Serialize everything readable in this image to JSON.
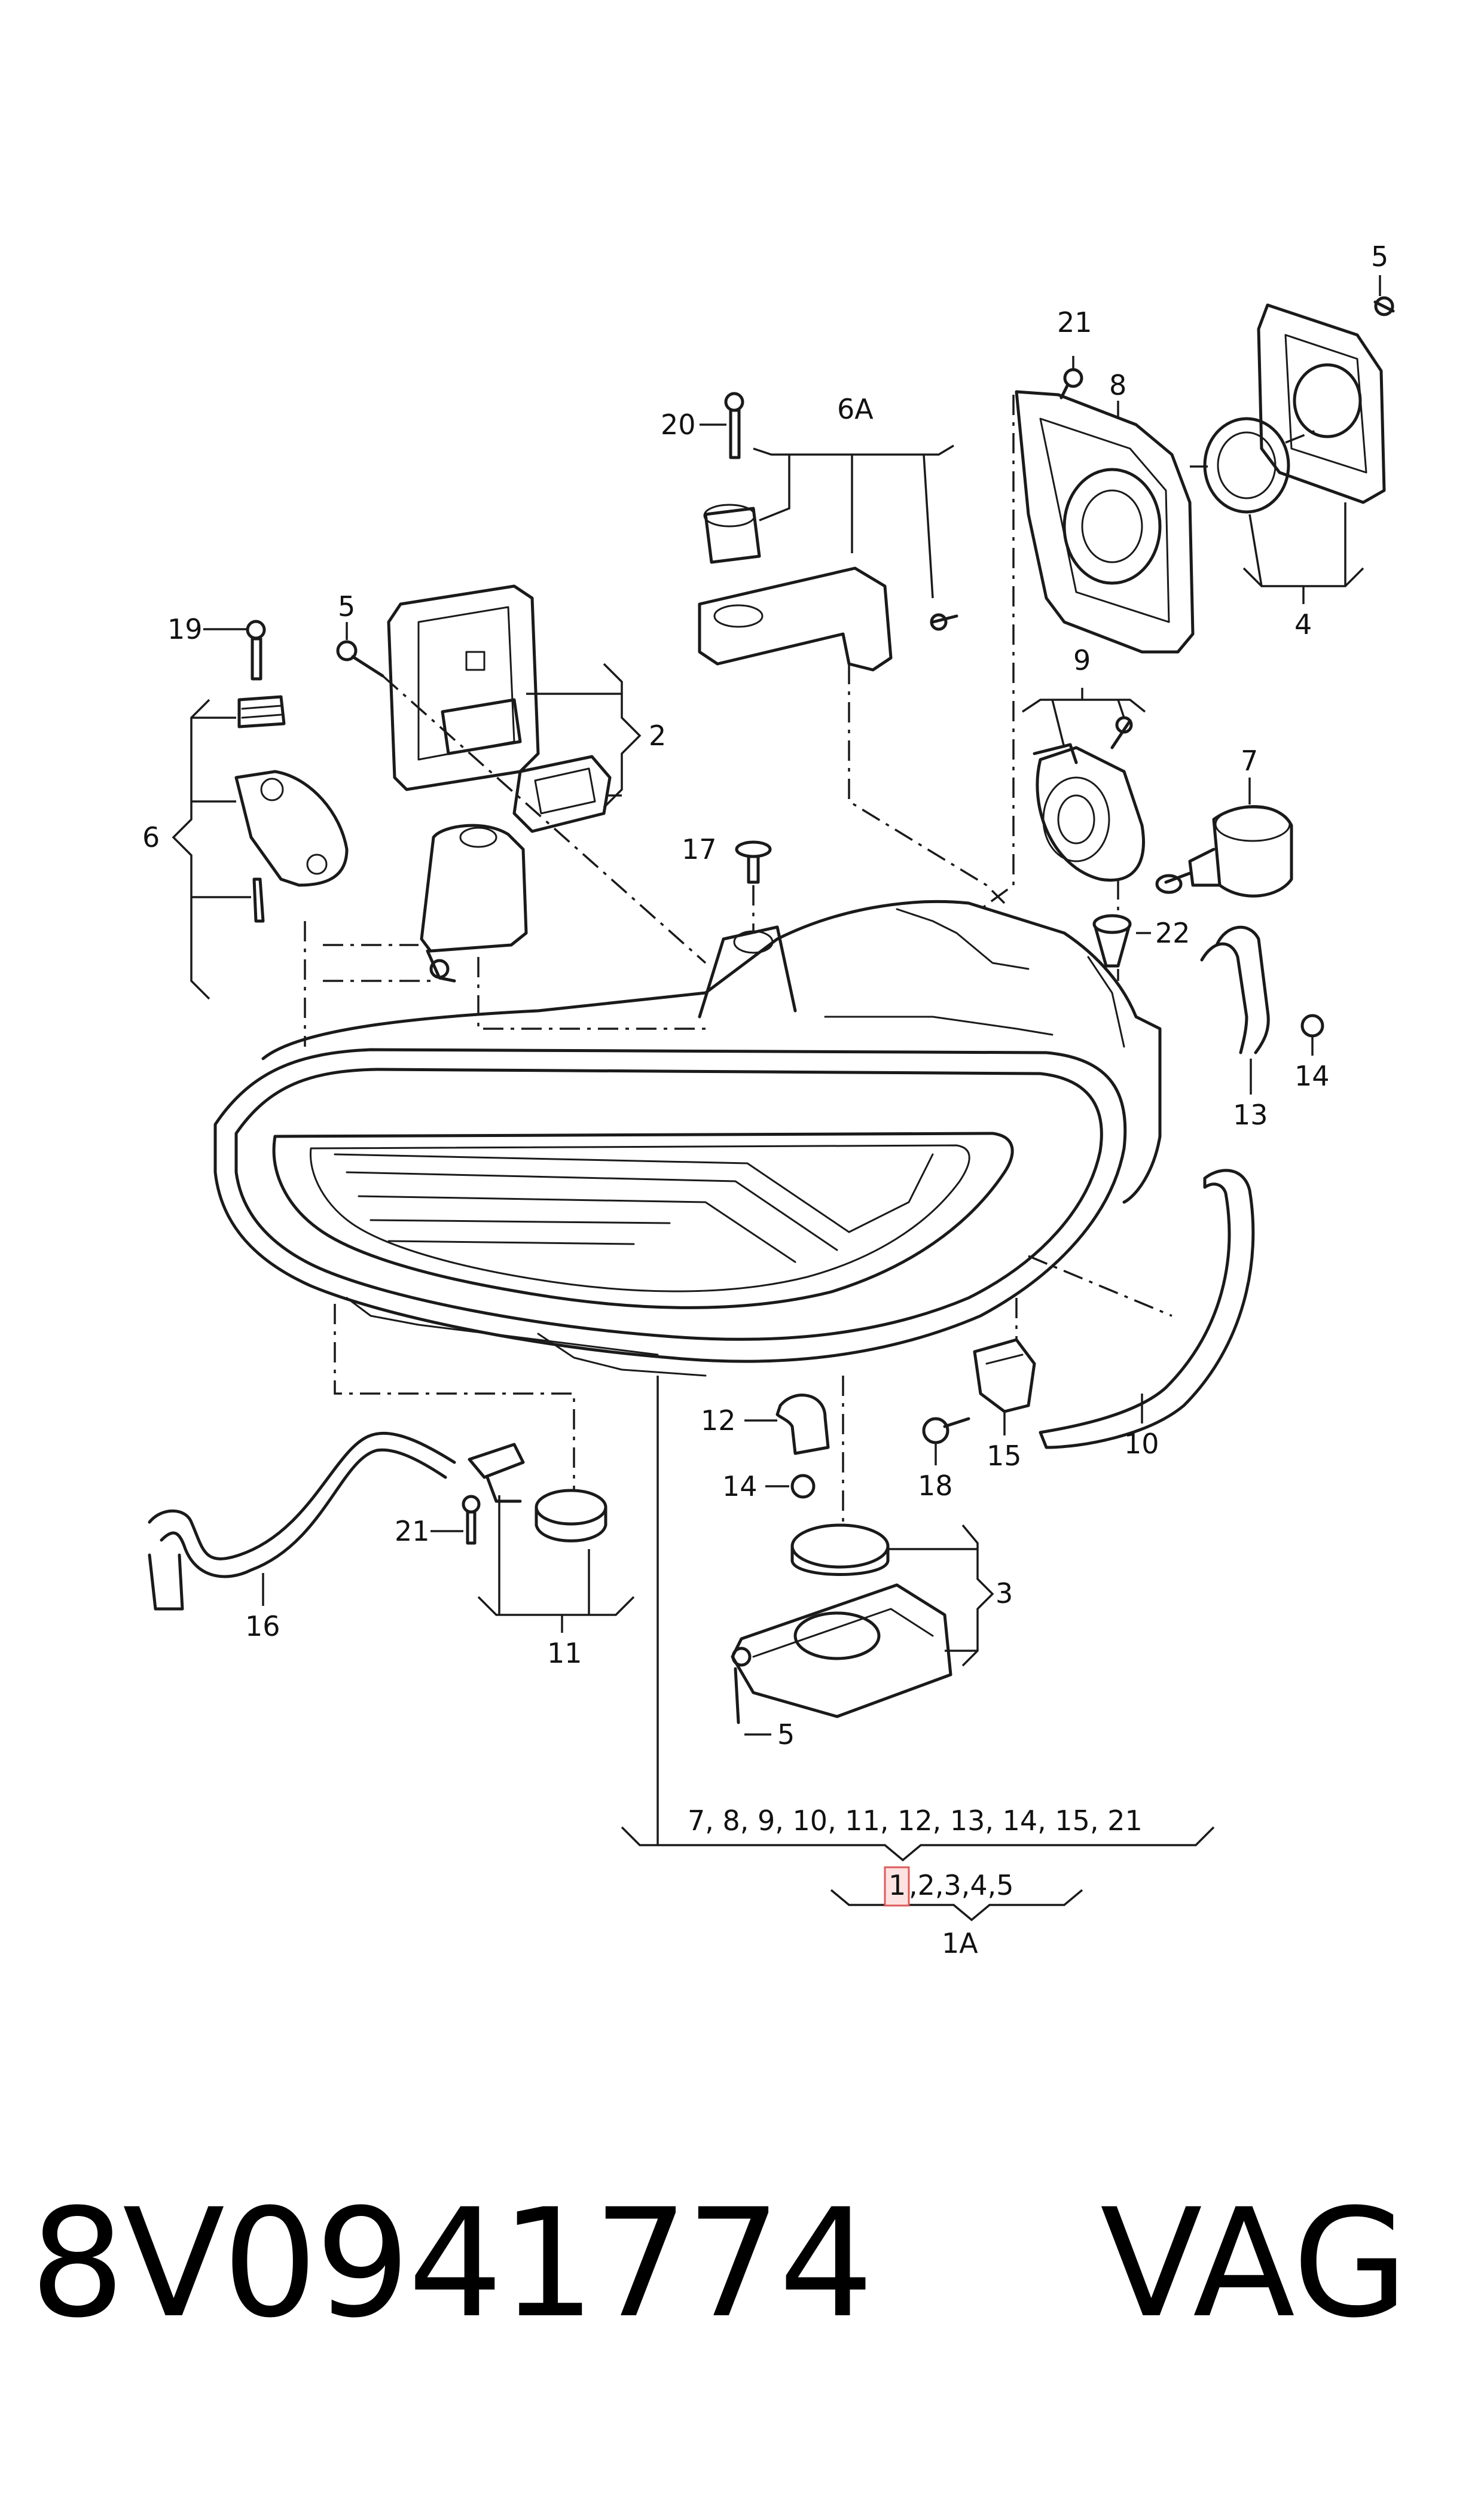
{
  "callouts": {
    "c1A": "1A",
    "c1_rest": ",2,3,4,5",
    "c1_box": "1",
    "c1_list": "7, 8, 9, 10, 11, 12, 13, 14, 15, 21",
    "c2": "2",
    "c3": "3",
    "c4": "4",
    "c5a": "5",
    "c5b": "5",
    "c5c": "5",
    "c6": "6",
    "c6A": "6A",
    "c7": "7",
    "c8": "8",
    "c9": "9",
    "c10": "10",
    "c11": "11",
    "c12": "12",
    "c13": "13",
    "c14a": "14",
    "c14b": "14",
    "c15": "15",
    "c16": "16",
    "c17": "17",
    "c18": "18",
    "c19": "19",
    "c20": "20",
    "c21a": "21",
    "c21b": "21",
    "c22": "22"
  },
  "footer": {
    "part_number": "8V0941774",
    "brand": "VAG"
  },
  "colors": {
    "highlight_fill": "#fde2e2",
    "highlight_stroke": "#e05a5a",
    "line": "#1a1a1a"
  }
}
